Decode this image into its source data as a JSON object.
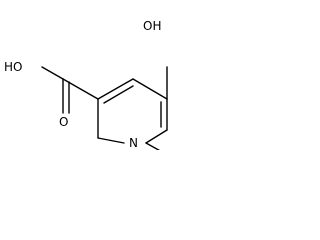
{
  "molecule": {
    "labels": {
      "carboxyl_hydroxyl": "HO",
      "carbonyl_oxygen": "O",
      "ring_hydroxyl": "OH",
      "ring_nitrogen": "N"
    }
  }
}
